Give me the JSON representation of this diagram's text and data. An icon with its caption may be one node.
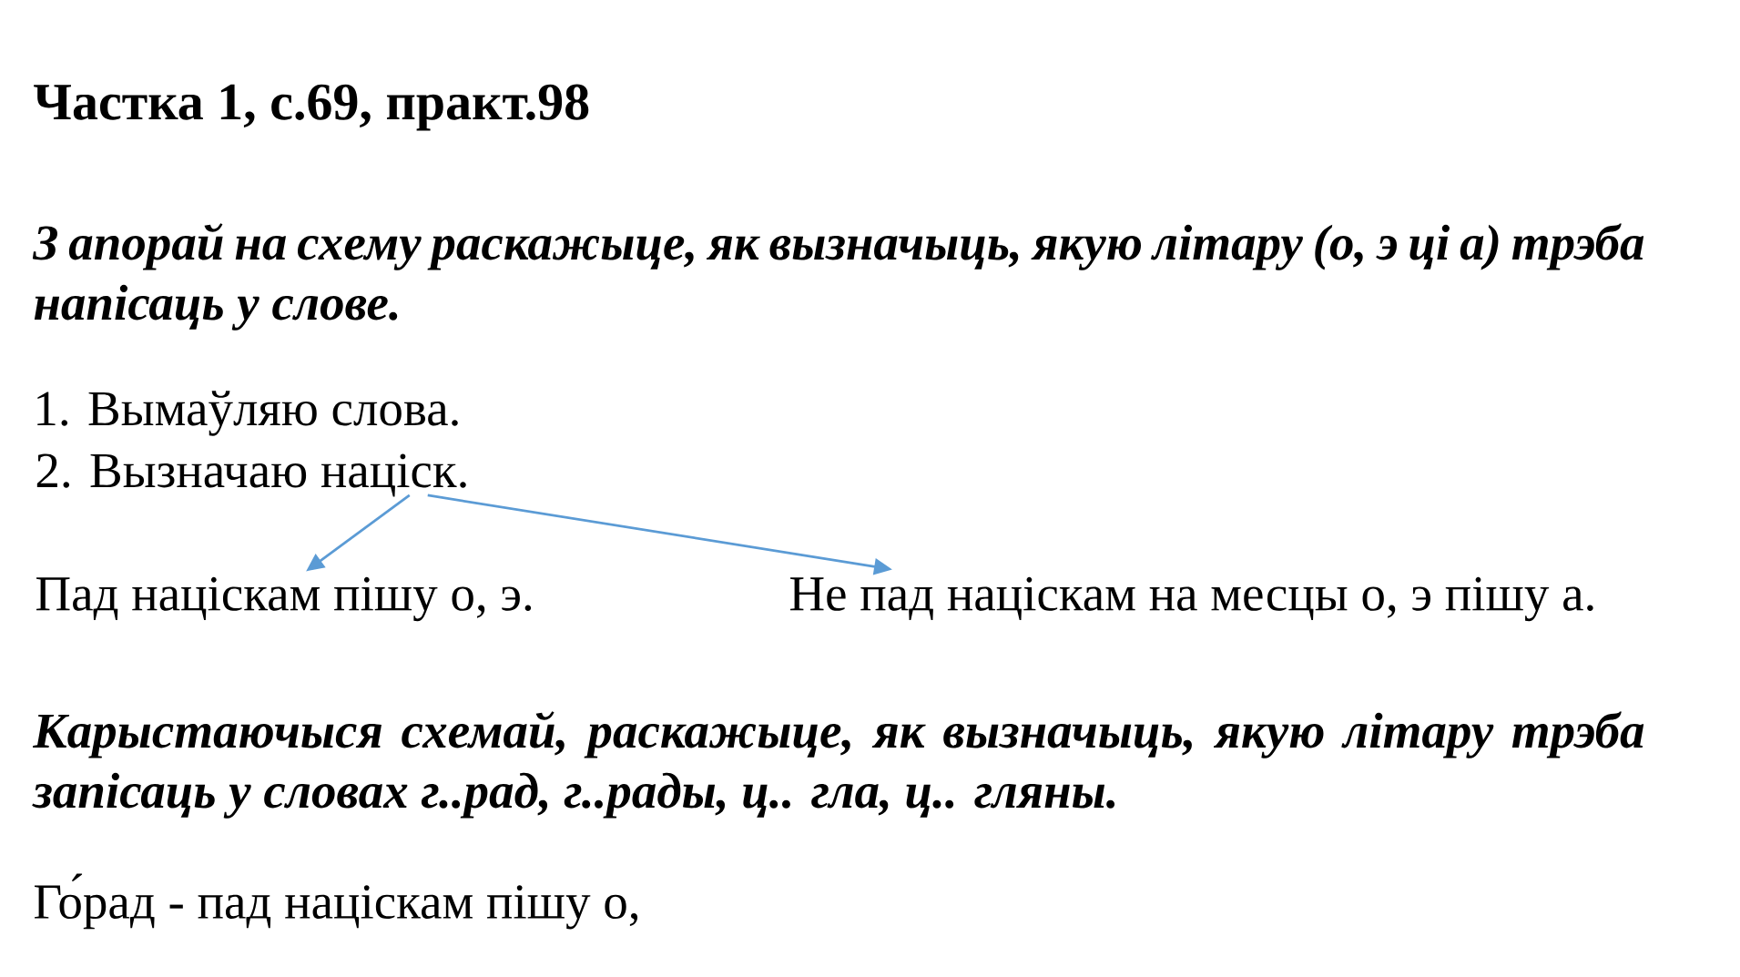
{
  "diagram": {
    "title": "Частка 1, с.69, практ.98",
    "nodes": [
      {
        "text": [
          "2. Вызначаю націск."
        ]
      },
      {
        "text": [
          "Пад націскам пішу о, э."
        ]
      },
      {
        "text": [
          "Не пад націскам на месцы о, э пішу а."
        ]
      }
    ],
    "edges": [
      {
        "from": 0,
        "to": 1,
        "arrow": "to"
      },
      {
        "from": 0,
        "to": 2,
        "arrow": "to"
      }
    ],
    "labels": [
      "З апорай на схему раскажыце, як вызначыць, якую літару (о, э ці а) трэба напісаць у слове.",
      "1. Вымаўляю слова.",
      "Карыстаючыся схемай, раскажыце, як вызначыць, якую літару трэба запісаць у словах г..рад, г..рады, ц.. гла, ц.. гляны.",
      "Го́рад - пад націскам пішу о,"
    ]
  }
}
